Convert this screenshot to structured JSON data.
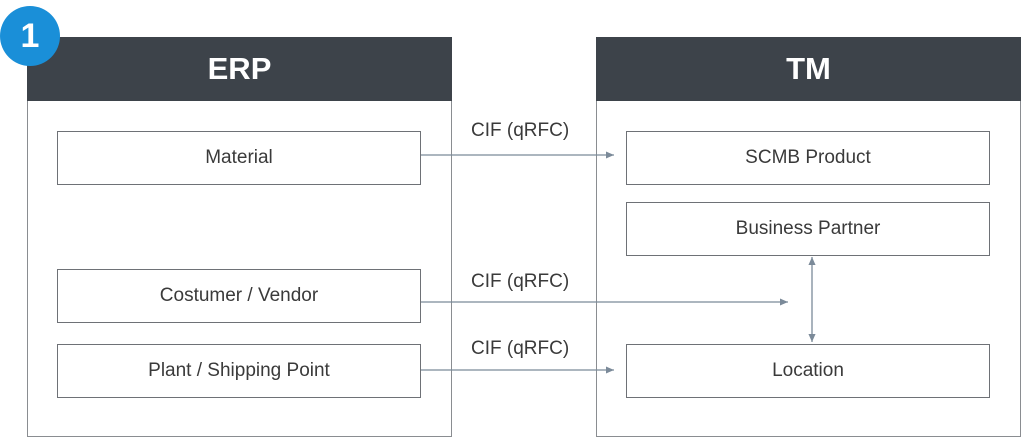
{
  "badge": {
    "number": "1",
    "color": "#1a8fd8"
  },
  "erp": {
    "title": "ERP",
    "items": [
      "Material",
      "Costumer / Vendor",
      "Plant / Shipping Point"
    ]
  },
  "tm": {
    "title": "TM",
    "items": [
      "SCMB Product",
      "Business Partner",
      "Location"
    ]
  },
  "connections": [
    {
      "label": "CIF (qRFC)",
      "from": "Material",
      "to": "SCMB Product"
    },
    {
      "label": "CIF (qRFC)",
      "from": "Costumer / Vendor",
      "to": "Business Partner / Location"
    },
    {
      "label": "CIF (qRFC)",
      "from": "Plant / Shipping Point",
      "to": "Location"
    }
  ],
  "colors": {
    "header": "#3d434a",
    "border": "#8a8d91",
    "arrow": "#7b8a99"
  }
}
